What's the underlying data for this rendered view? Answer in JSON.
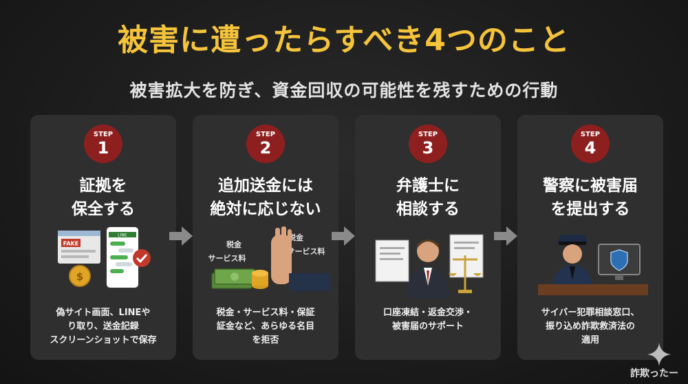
{
  "title": "被害に遭ったらすべき4つのこと",
  "subtitle": "被害拡大を防ぎ、資金回収の可能性を残すための行動",
  "steps": [
    {
      "step_label": "STEP",
      "number": "1",
      "title_line1": "証拠を",
      "title_line2": "保全する",
      "desc_line1": "偽サイト画面、LINEや",
      "desc_line2": "り取り、送金記録",
      "desc_line3": "スクリーンショットで保存",
      "illus": {
        "fake_label": "FAKE",
        "line_label": "LINE"
      }
    },
    {
      "step_label": "STEP",
      "number": "2",
      "title_line1": "追加送金には",
      "title_line2": "絶対に応じない",
      "desc_line1": "税金・サービス料・保証",
      "desc_line2": "証金など、あらゆる名目",
      "desc_line3": "を拒否",
      "illus": {
        "tax_left": "税金",
        "fee_left": "サービス料",
        "tax_right": "税金",
        "fee_right": "サービス料"
      }
    },
    {
      "step_label": "STEP",
      "number": "3",
      "title_line1": "弁護士に",
      "title_line2": "相談する",
      "desc_line1": "口座凍結・返金交渉・",
      "desc_line2": "被害届のサポート",
      "desc_line3": ""
    },
    {
      "step_label": "STEP",
      "number": "4",
      "title_line1": "警察に被害届",
      "title_line2": "を提出する",
      "desc_line1": "サイバー犯罪相談窓口、",
      "desc_line2": "振り込め詐欺救済法の",
      "desc_line3": "適用"
    }
  ],
  "brand": "詐欺ったー",
  "colors": {
    "title": "#f5c43a",
    "badge": "#8e1f1f",
    "card": "#2f2f2f",
    "arrow": "#8a8a8a"
  },
  "icons": [
    "arrow-right-icon",
    "sparkle-icon",
    "fake-website-icon",
    "smartphone-line-icon",
    "coin-icon",
    "check-icon",
    "money-stack-icon",
    "stop-hand-icon",
    "lawyer-icon",
    "scales-icon",
    "document-icon",
    "police-officer-icon",
    "shield-monitor-icon"
  ]
}
